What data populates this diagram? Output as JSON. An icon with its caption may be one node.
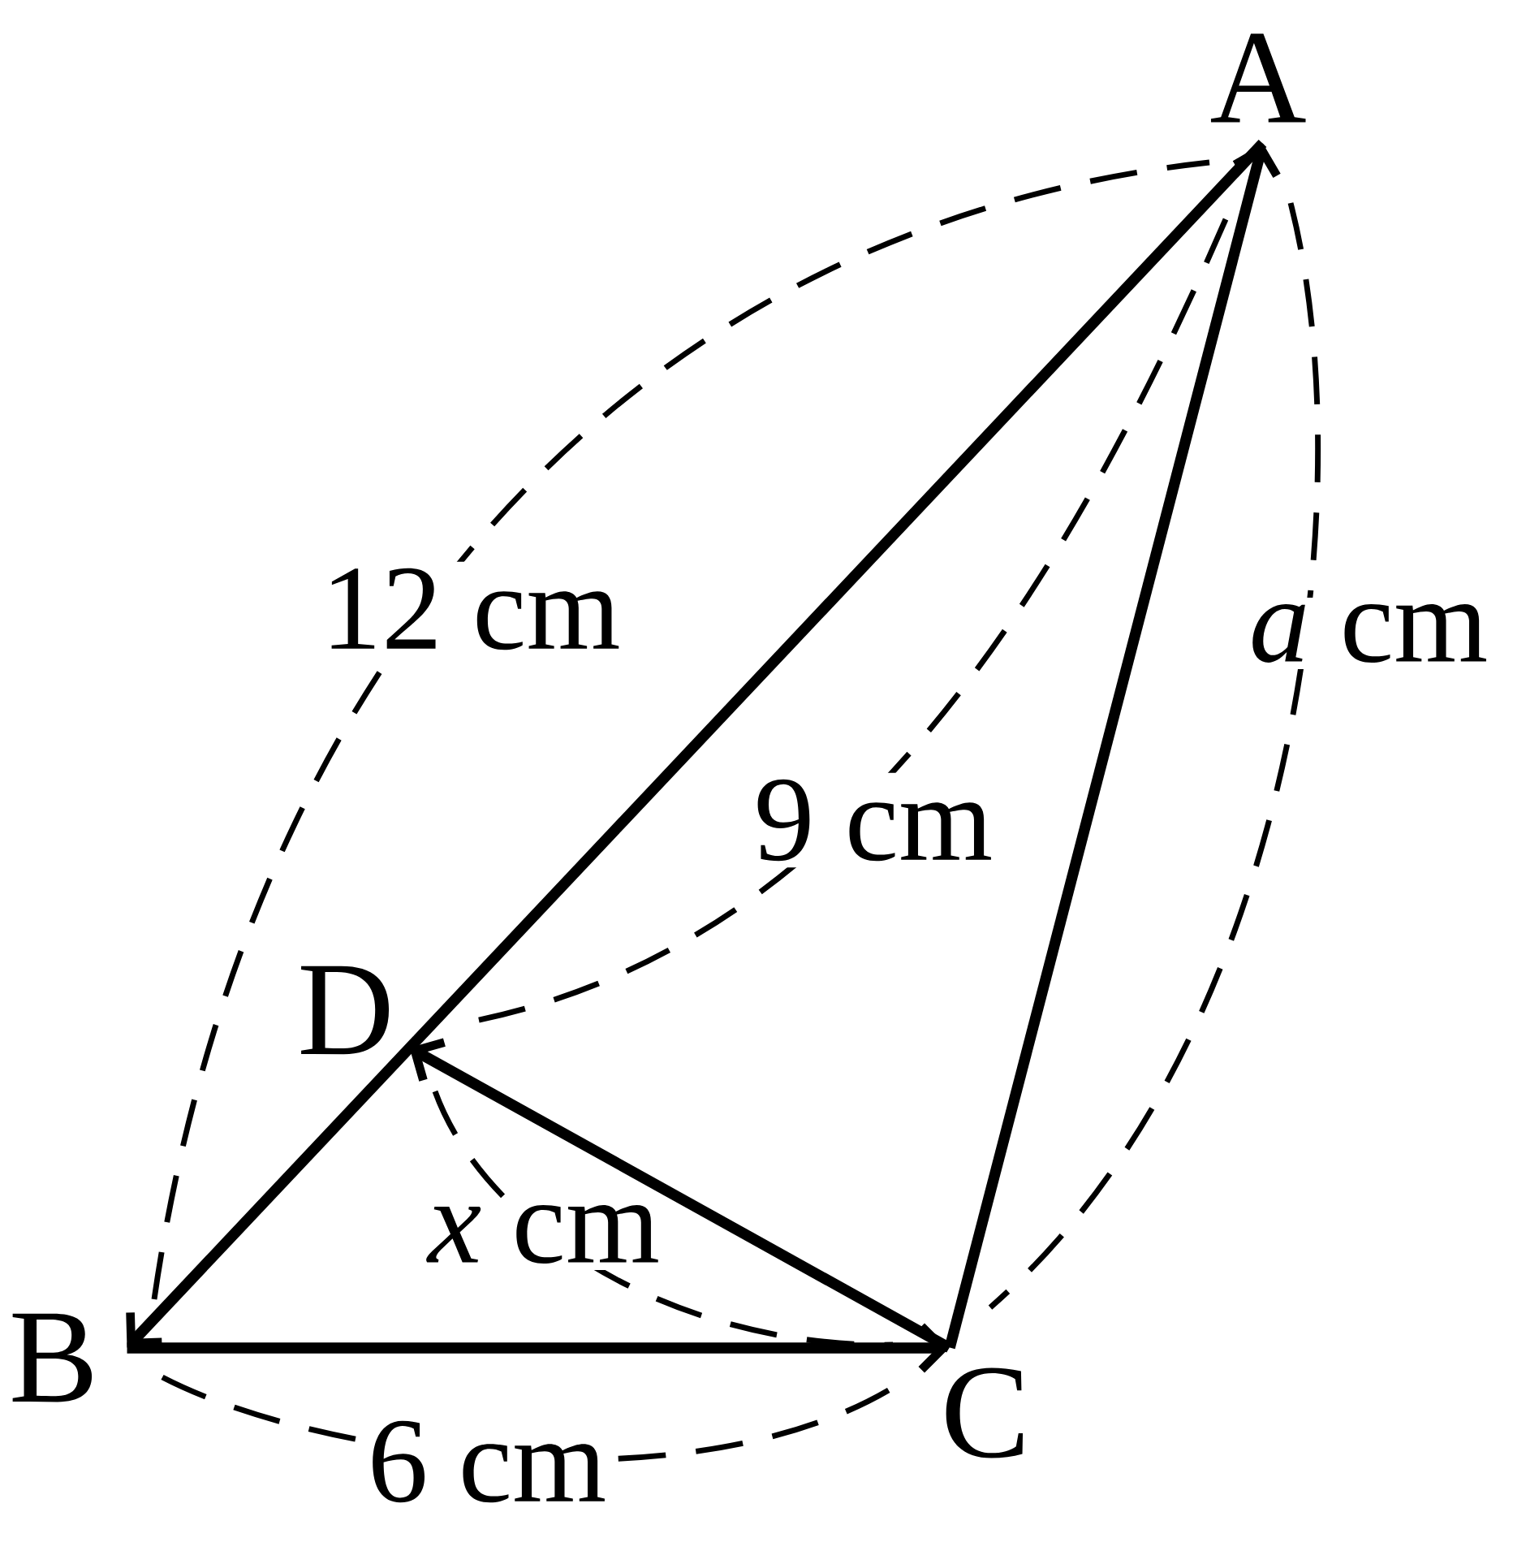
{
  "diagram": {
    "nodes": [
      {
        "text": [
          "A"
        ]
      },
      {
        "text": [
          "D"
        ]
      },
      {
        "text": [
          "B"
        ]
      },
      {
        "text": [
          "C"
        ]
      }
    ],
    "edges": [
      {
        "from": 0,
        "to": 2,
        "arrow": "to"
      },
      {
        "from": 2,
        "to": 3,
        "arrow": "to"
      },
      {
        "from": 3,
        "to": 0,
        "arrow": "to"
      },
      {
        "from": 3,
        "to": 1,
        "arrow": "to"
      }
    ],
    "labels": [
      "12 cm",
      "*a* cm",
      "9 cm",
      "*x* cm",
      "6 cm"
    ]
  }
}
